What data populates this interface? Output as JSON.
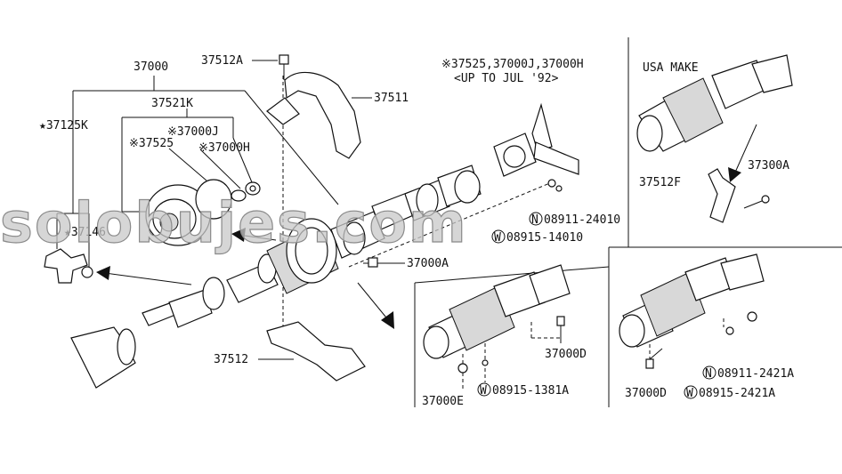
{
  "watermark": "solobujes.com",
  "colors": {
    "ink": "#111111",
    "watermark": "#c8c8c8"
  },
  "labels": {
    "p37000": "37000",
    "p37512A": "37512A",
    "p37511": "37511",
    "p37521K": "37521K",
    "p37125K": "★37125K",
    "p37000J": "※37000J",
    "p37525": "※37525",
    "p37000H": "※37000H",
    "p37146": "★37146",
    "note_parts": "※37525,37000J,37000H",
    "note_date": "<UP TO JUL '92>",
    "n08911_24010": "08911-24010",
    "w08915_14010": "08915-14010",
    "p37000A": "37000A",
    "p37512": "37512",
    "p37000E": "37000E",
    "w08915_1381A": "08915-1381A",
    "p37000D_a": "37000D",
    "usa_make": "USA MAKE",
    "p37300A": "37300A",
    "p37512F": "37512F",
    "n08911_2421A": "08911-2421A",
    "p37000D_b": "37000D",
    "w08915_2421A": "08915-2421A",
    "sym_N": "N",
    "sym_W": "W"
  }
}
